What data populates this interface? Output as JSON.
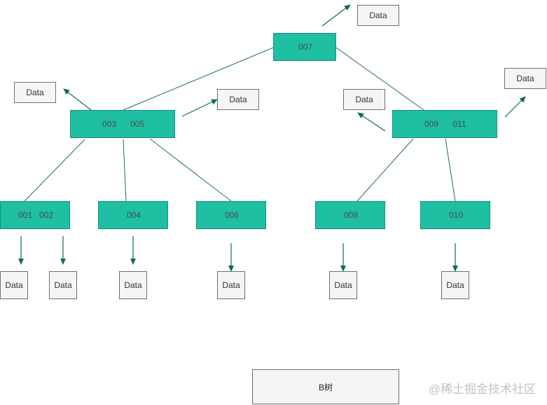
{
  "diagram": {
    "caption": "B树",
    "data_label": "Data",
    "colors": {
      "node_fill": "#1fbfa3",
      "line": "#1e6f5c",
      "arrow": "#0f6b55"
    },
    "nodes": {
      "root": [
        "007"
      ],
      "left": [
        "003",
        "005"
      ],
      "right": [
        "009",
        "011"
      ],
      "leaf_a": [
        "001",
        "002"
      ],
      "leaf_b": [
        "004"
      ],
      "leaf_c": [
        "006"
      ],
      "leaf_d": [
        "008"
      ],
      "leaf_e": [
        "010"
      ]
    }
  },
  "watermark": "@稀土掘金技术社区"
}
